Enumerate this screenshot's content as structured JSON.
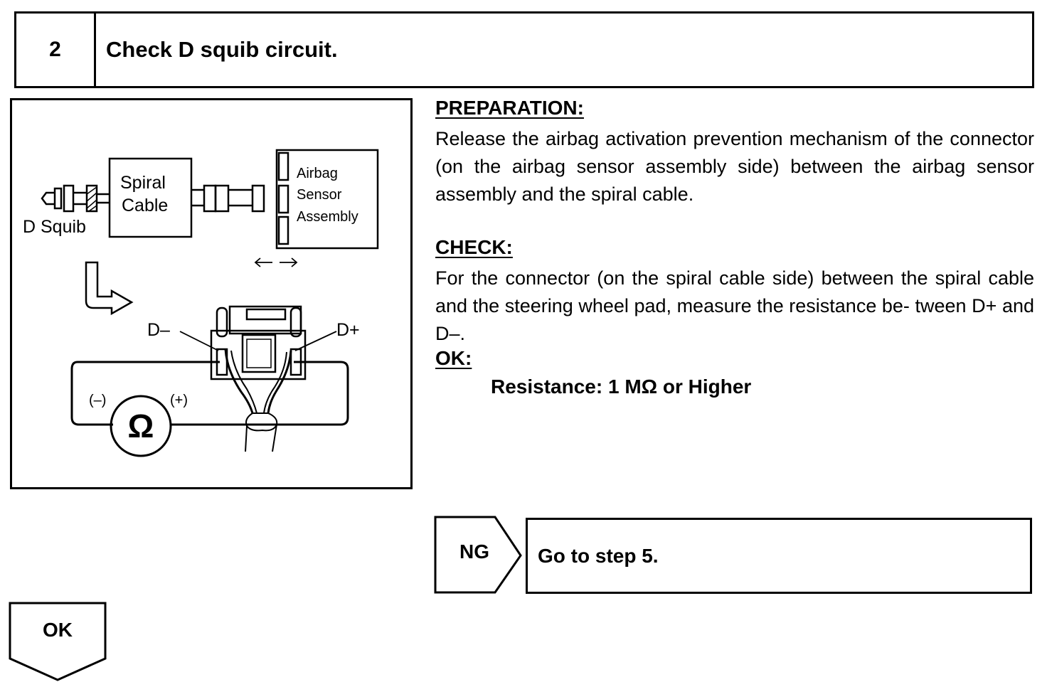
{
  "step": {
    "number": "2",
    "title": "Check D squib circuit."
  },
  "figure": {
    "spiral_cable_line1": "Spiral",
    "spiral_cable_line2": "Cable",
    "airbag_line1": "Airbag",
    "airbag_line2": "Sensor",
    "airbag_line3": "Assembly",
    "d_squib": "D Squib",
    "d_minus": "D–",
    "d_plus": "D+",
    "meter_neg": "(–)",
    "meter_pos": "(+)",
    "ohm_symbol": "Ω"
  },
  "preparation": {
    "heading": "PREPARATION:",
    "text": "Release the airbag activation prevention mechanism of the connector (on the airbag sensor assembly side) between the airbag sensor assembly and the spiral cable."
  },
  "check": {
    "heading": "CHECK:",
    "text": "For the connector (on the spiral cable side) between the spiral cable and the steering wheel pad, measure the resistance be- tween D+ and D–."
  },
  "ok_spec": {
    "heading": "OK:",
    "spec": "Resistance: 1 MΩ  or Higher"
  },
  "ng": {
    "label": "NG",
    "action": "Go to step 5."
  },
  "ok_button": {
    "label": "OK"
  }
}
